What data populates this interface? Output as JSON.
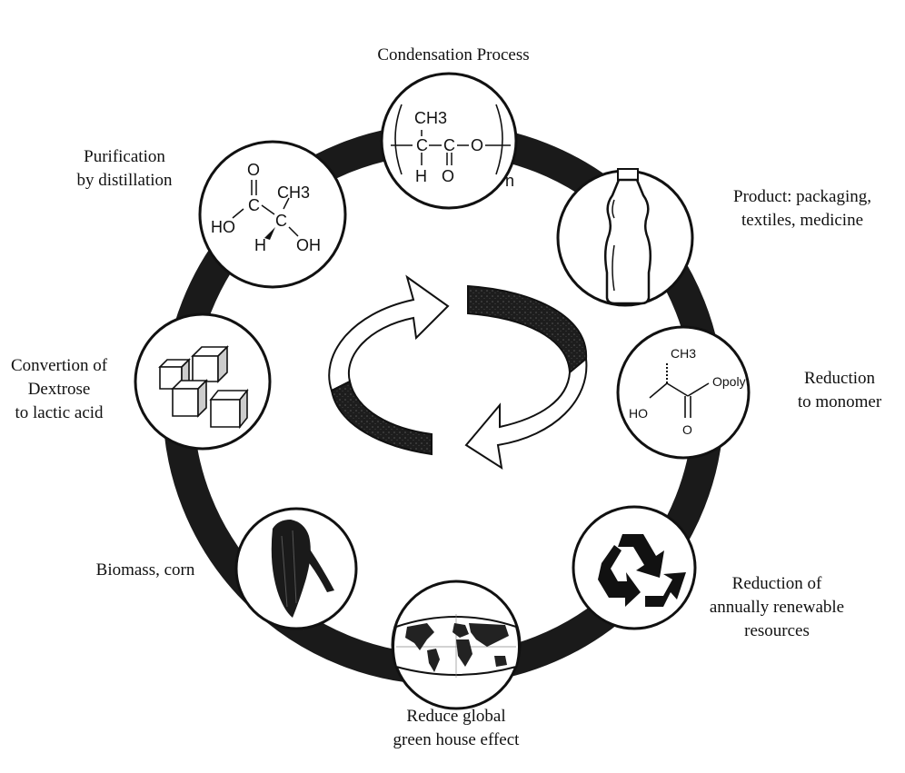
{
  "diagram": {
    "title": "",
    "colors": {
      "ring": "#1a1a1a",
      "stroke": "#111111",
      "background": "#ffffff"
    },
    "nodes": [
      {
        "id": "condensation",
        "label_lines": [
          "Condensation Process"
        ],
        "icon": "polylactic-acid-repeat-unit-structure",
        "chem": {
          "ch3": "CH3",
          "c": "C",
          "o": "O",
          "h": "H",
          "n": "n"
        }
      },
      {
        "id": "product",
        "label_lines": [
          "Product: packaging,",
          "textiles, medicine"
        ],
        "icon": "bottle-icon"
      },
      {
        "id": "reduction-monomer",
        "label_lines": [
          "Reduction",
          "to monomer"
        ],
        "icon": "lactate-ester-structure",
        "chem": {
          "ch3": "CH3",
          "opoly": "Opoly",
          "ho": "HO",
          "o": "O"
        }
      },
      {
        "id": "reduction-resources",
        "label_lines": [
          "Reduction of",
          "annually renewable",
          "resources"
        ],
        "icon": "recycle-icon"
      },
      {
        "id": "greenhouse",
        "label_lines": [
          "Reduce global",
          "green house effect"
        ],
        "icon": "world-map-icon"
      },
      {
        "id": "biomass",
        "label_lines": [
          "Biomass, corn"
        ],
        "icon": "corn-icon"
      },
      {
        "id": "conversion",
        "label_lines": [
          "Convertion of",
          "Dextrose",
          "to lactic acid"
        ],
        "icon": "sugar-cubes-icon"
      },
      {
        "id": "purification",
        "label_lines": [
          "Purification",
          "by distillation"
        ],
        "icon": "lactic-acid-structure",
        "chem": {
          "o": "O",
          "ch3": "CH3",
          "ho": "HO",
          "h": "H",
          "oh": "OH",
          "c": "C"
        }
      }
    ],
    "center": {
      "icon": "cycle-arrows-icon"
    }
  }
}
